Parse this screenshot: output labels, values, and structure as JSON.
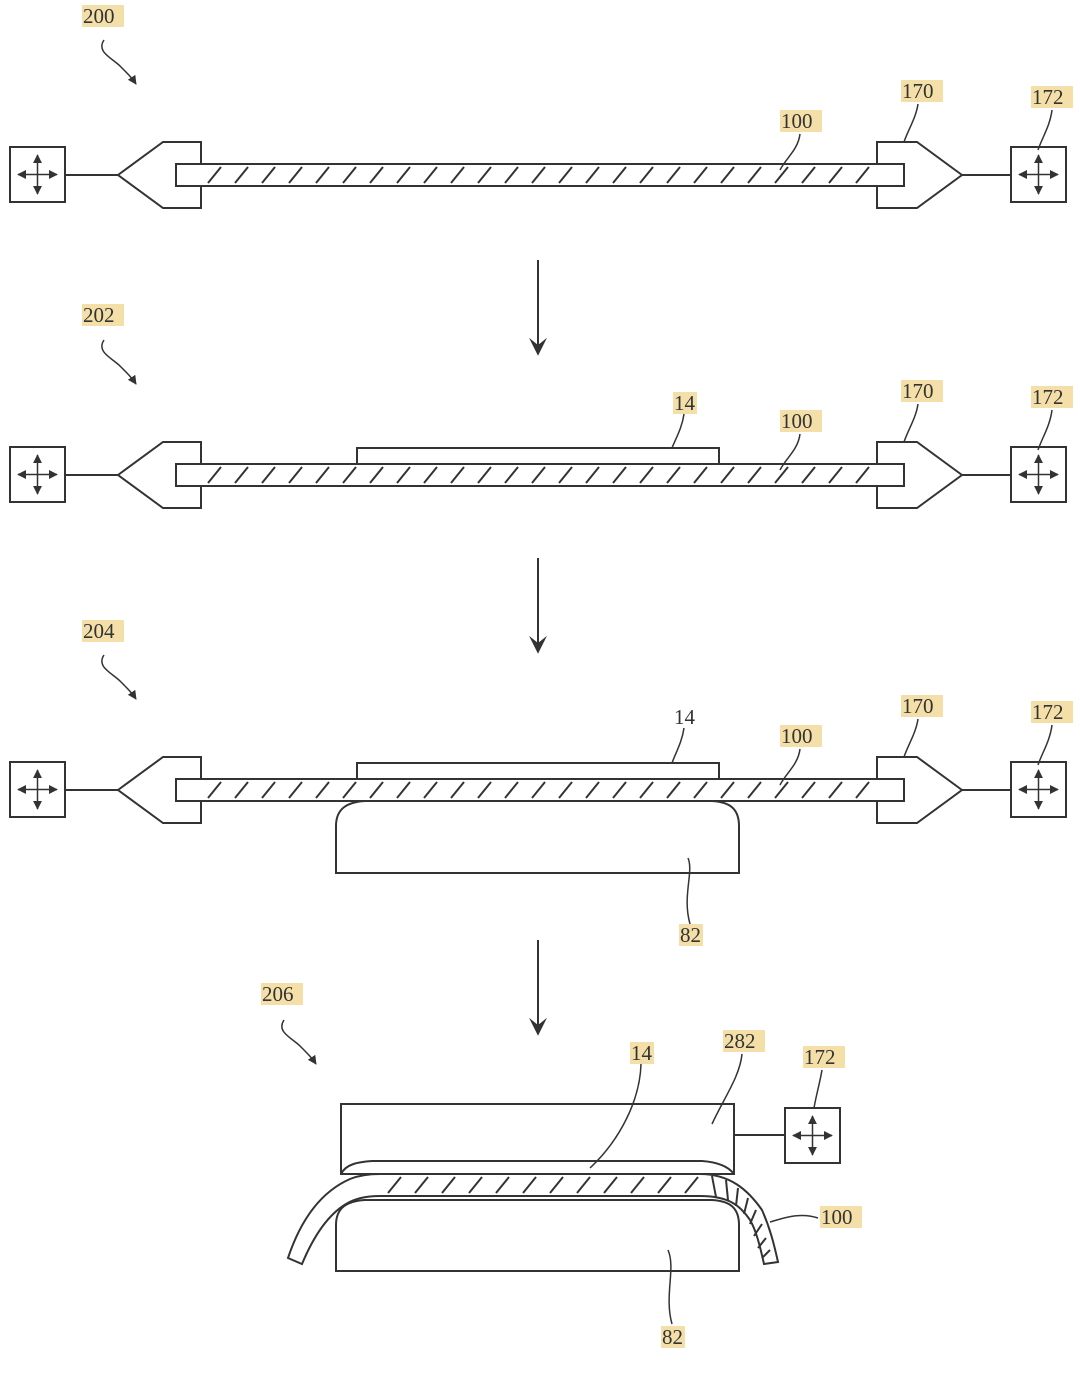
{
  "labels": {
    "step1": "200",
    "step2": "202",
    "step3": "204",
    "step4": "206",
    "gripper": "170",
    "actuator": "172",
    "film": "100",
    "cover": "14",
    "mold_lower": "82",
    "mold_upper": "282"
  },
  "colors": {
    "line": "#333333",
    "label_highlight": "#f4dfa8",
    "background": "#ffffff"
  }
}
